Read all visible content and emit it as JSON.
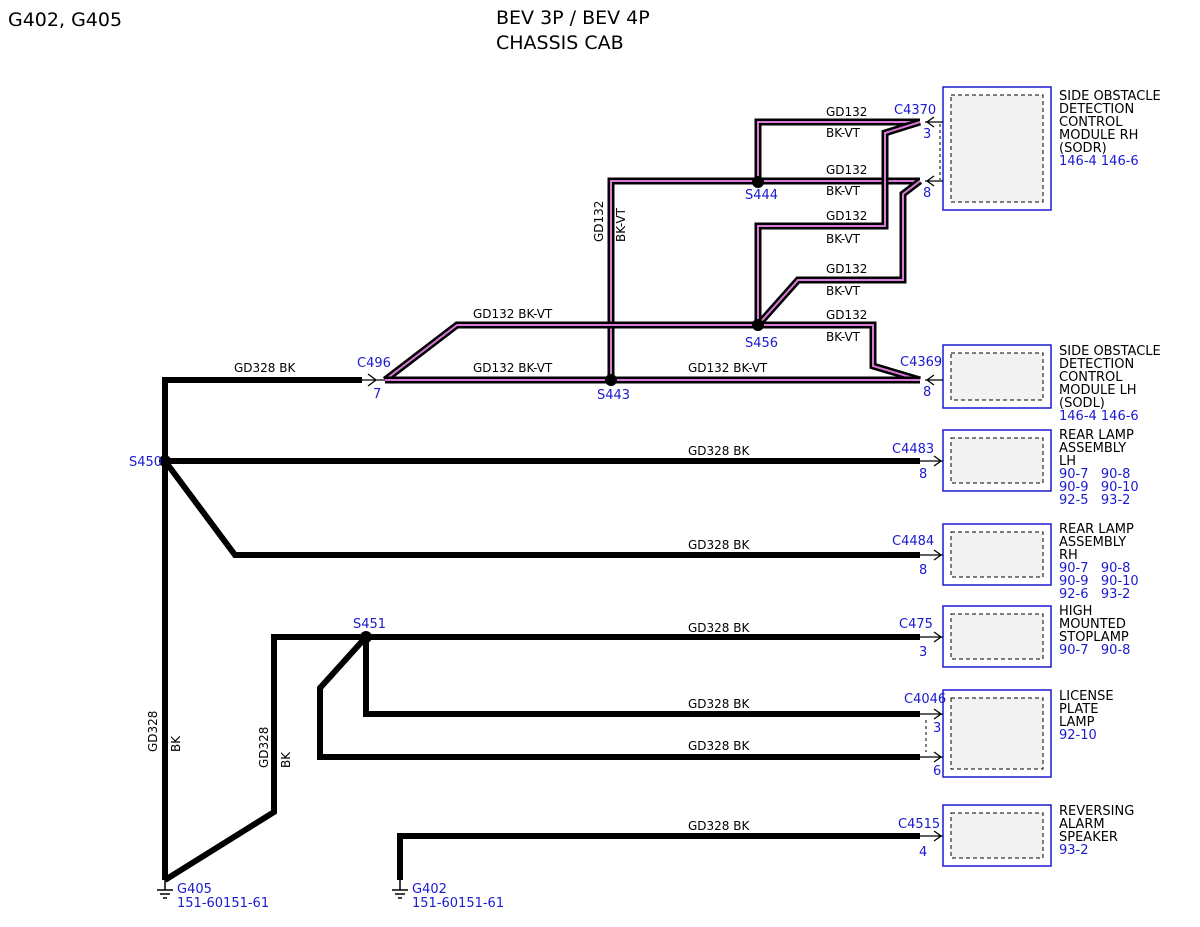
{
  "header": {
    "ground_ids": "G402, G405",
    "title_line1": "BEV 3P / BEV 4P",
    "title_line2": "CHASSIS CAB"
  },
  "wire_labels": {
    "gd132": "GD132",
    "gd328": "GD328",
    "bk": "BK",
    "bk_vt": "BK-VT",
    "gd132_bk_vt": "GD132  BK-VT",
    "gd328_bk": "GD328  BK"
  },
  "splices": {
    "s444": "S444",
    "s456": "S456",
    "s443": "S443",
    "s450": "S450",
    "s451": "S451"
  },
  "connectors": {
    "c4370": {
      "id": "C4370",
      "pins": [
        "3",
        "8"
      ]
    },
    "c4369": {
      "id": "C4369",
      "pin": "8"
    },
    "c496": {
      "id": "C496",
      "pin": "7"
    },
    "c4483": {
      "id": "C4483",
      "pin": "8"
    },
    "c4484": {
      "id": "C4484",
      "pin": "8"
    },
    "c475": {
      "id": "C475",
      "pin": "3"
    },
    "c4046": {
      "id": "C4046",
      "pins": [
        "3",
        "6"
      ]
    },
    "c4515": {
      "id": "C4515",
      "pin": "4"
    }
  },
  "components": [
    {
      "lines": [
        "SIDE OBSTACLE",
        "DETECTION",
        "CONTROL",
        "MODULE RH",
        "(SODR)"
      ],
      "refs": [
        "146-4 146-6"
      ]
    },
    {
      "lines": [
        "SIDE OBSTACLE",
        "DETECTION",
        "CONTROL",
        "MODULE LH",
        "(SODL)"
      ],
      "refs": [
        "146-4 146-6"
      ]
    },
    {
      "lines": [
        "REAR LAMP",
        "ASSEMBLY",
        "LH"
      ],
      "refs": [
        "90-7   90-8",
        "90-9   90-10",
        "92-5   93-2"
      ]
    },
    {
      "lines": [
        "REAR LAMP",
        "ASSEMBLY",
        "RH"
      ],
      "refs": [
        "90-7   90-8",
        "90-9   90-10",
        "92-6   93-2"
      ]
    },
    {
      "lines": [
        "HIGH",
        "MOUNTED",
        "STOPLAMP"
      ],
      "refs": [
        "90-7   90-8"
      ]
    },
    {
      "lines": [
        "LICENSE",
        "PLATE",
        "LAMP"
      ],
      "refs": [
        "92-10"
      ]
    },
    {
      "lines": [
        "REVERSING",
        "ALARM",
        "SPEAKER"
      ],
      "refs": [
        "93-2"
      ]
    }
  ],
  "grounds": {
    "g405": {
      "id": "G405",
      "ref": "151-60151-61"
    },
    "g402": {
      "id": "G402",
      "ref": "151-60151-61"
    }
  },
  "colors": {
    "wire": "#000000",
    "wire_stripe": "#d97ad9",
    "connector_text": "#1a1ad0",
    "component_border": "#1a1ad0"
  }
}
